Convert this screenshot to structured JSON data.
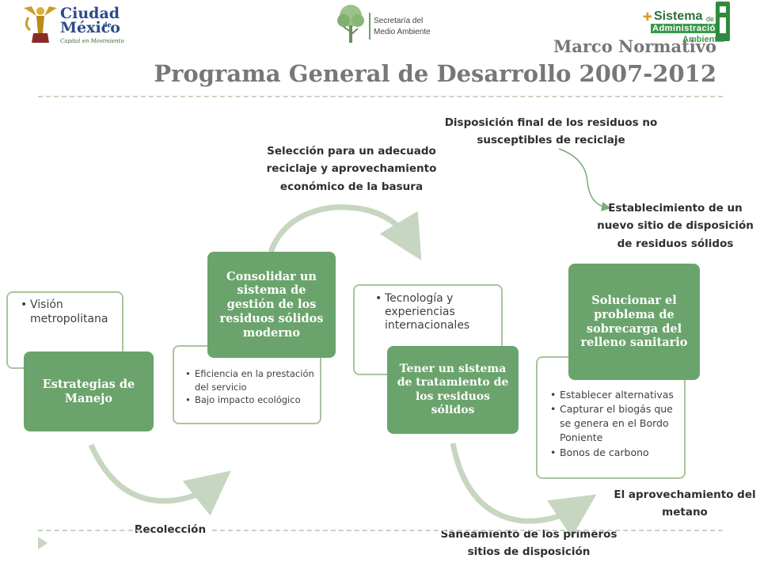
{
  "header": {
    "logos": {
      "cdmx": {
        "line1": "Ciudad",
        "line2": "de",
        "line3": "México",
        "tagline": "Capital en Movimiento"
      },
      "sma": {
        "line1": "Secretaría del",
        "line2": "Medio Ambiente"
      },
      "sistema": {
        "line1": "Sistema",
        "line1b": "de",
        "line2": "Administración",
        "line3": "Ambiental"
      }
    },
    "subtitle": "Marco Normativo",
    "title": "Programa General de Desarrollo 2007-2012"
  },
  "diagram": {
    "step1": {
      "outline_items": [
        "Visión metropolitana"
      ],
      "title": "Estrategias de Manejo"
    },
    "step2": {
      "title": "Consolidar un sistema de gestión de los residuos sólidos moderno",
      "outline_items": [
        "Eficiencia en la prestación del servicio",
        "Bajo impacto ecológico"
      ]
    },
    "step3": {
      "outline_items": [
        "Tecnología y experiencias internacionales"
      ],
      "title": "Tener un sistema de tratamiento de los residuos sólidos"
    },
    "step4": {
      "title": "Solucionar el problema de sobrecarga del relleno sanitario",
      "outline_items": [
        "Establecer alternativas",
        "Capturar el biogás que se genera en el Bordo Poniente",
        "Bonos de carbono"
      ]
    },
    "labels": {
      "recoleccion": "Recolección",
      "seleccion": "Selección para un adecuado reciclaje y aprovechamiento económico de la basura",
      "saneamiento": "Saneamiento de los primeros sitios de disposición",
      "disposicion": "Disposición final de los residuos no susceptibles de reciclaje",
      "establecimiento": "Establecimiento de un nuevo sitio de disposición de residuos sólidos",
      "metano": "El aprovechamiento del metano"
    }
  },
  "colors": {
    "accent_green": "#6aa46c",
    "outline_green": "#a9c59c",
    "title_gray": "#77777b"
  }
}
